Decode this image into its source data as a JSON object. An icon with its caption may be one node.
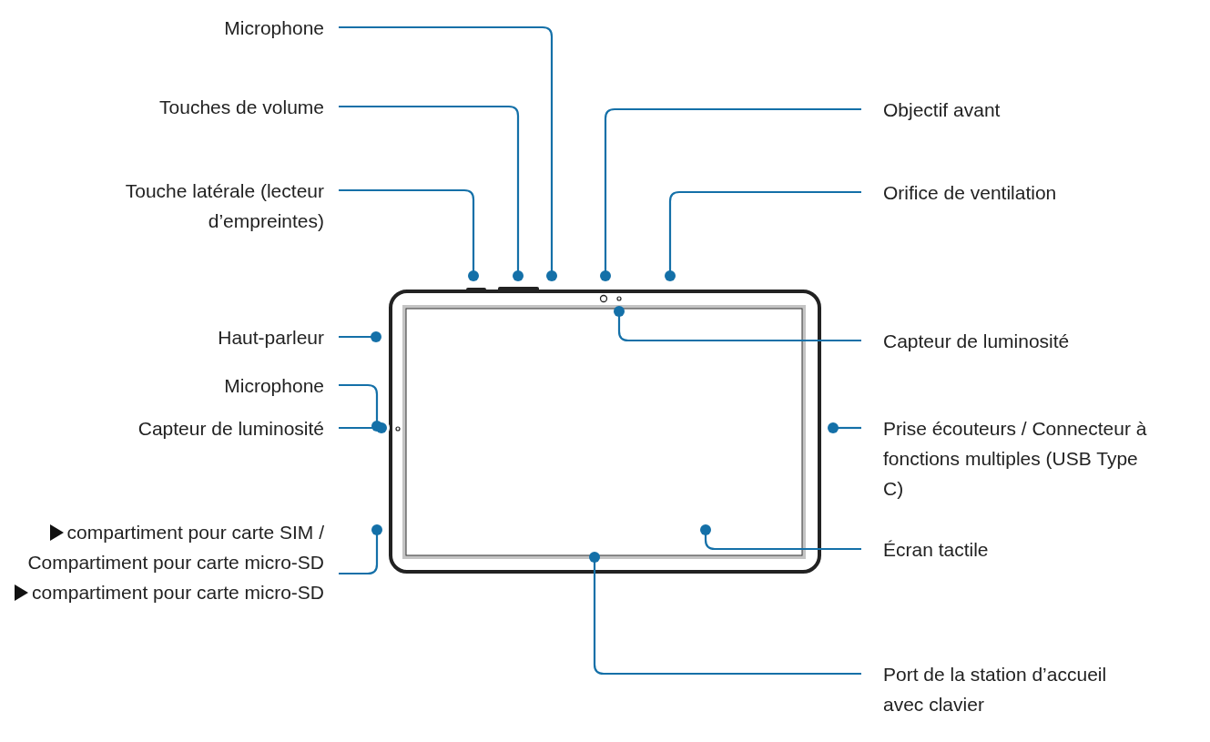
{
  "diagram": {
    "nodes": [
      {
        "text": [
          "Microphone"
        ]
      },
      {
        "text": [
          "Touches de volume"
        ]
      },
      {
        "text": [
          "Touche latérale (lecteur d’empreintes)"
        ]
      },
      {
        "text": [
          "Objectif avant"
        ]
      },
      {
        "text": [
          "Orifice de ventilation"
        ]
      },
      {
        "text": [
          "Haut-parleur"
        ]
      },
      {
        "text": [
          "Capteur de luminosité"
        ]
      },
      {
        "text": [
          "Microphone"
        ]
      },
      {
        "text": [
          "Capteur de luminosité"
        ]
      },
      {
        "text": [
          "Prise écouteurs / Connecteur à fonctions multiples (USB Type C)"
        ]
      },
      {
        "text": [
          "compartiment pour carte SIM / Compartiment pour carte micro-SD",
          "compartiment pour carte micro-SD"
        ]
      },
      {
        "text": [
          "Écran tactile"
        ]
      },
      {
        "text": [
          "Port de la station d’accueil avec clavier"
        ]
      },
      {
        "text": [],
        "shape": "picture"
      }
    ],
    "edges": [
      {
        "from": 0,
        "to": 13,
        "arrow": "other"
      },
      {
        "from": 1,
        "to": 13,
        "arrow": "other"
      },
      {
        "from": 2,
        "to": 13,
        "arrow": "other"
      },
      {
        "from": 3,
        "to": 13,
        "arrow": "other"
      },
      {
        "from": 4,
        "to": 13,
        "arrow": "other"
      },
      {
        "from": 5,
        "to": 13,
        "arrow": "other"
      },
      {
        "from": 6,
        "to": 13,
        "arrow": "other"
      },
      {
        "from": 7,
        "to": 13,
        "arrow": "other"
      },
      {
        "from": 8,
        "to": 13,
        "arrow": "other"
      },
      {
        "from": 9,
        "to": 13,
        "arrow": "other"
      },
      {
        "from": 10,
        "to": 13,
        "arrow": "other"
      },
      {
        "from": 11,
        "to": 13,
        "arrow": "other"
      },
      {
        "from": 12,
        "to": 13,
        "arrow": "other"
      }
    ]
  }
}
